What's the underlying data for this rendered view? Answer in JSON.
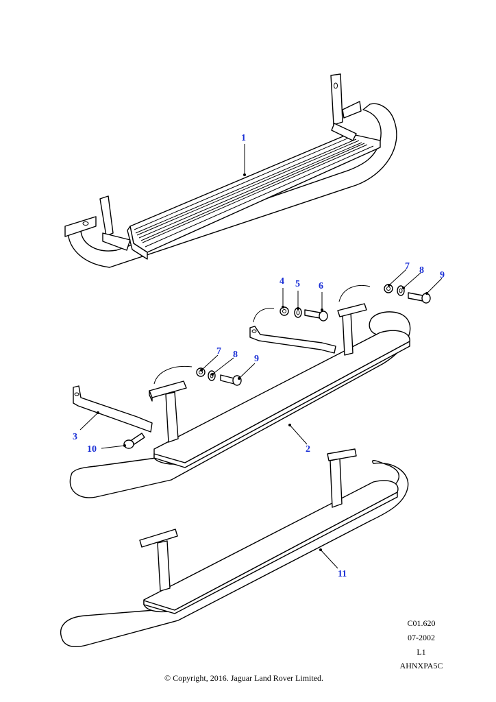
{
  "callouts": {
    "c1": "1",
    "c2": "2",
    "c3": "3",
    "c4": "4",
    "c5": "5",
    "c6": "6",
    "c7a": "7",
    "c8a": "8",
    "c9a": "9",
    "c7b": "7",
    "c8b": "8",
    "c9b": "9",
    "c10": "10",
    "c11": "11"
  },
  "meta": {
    "ref": "C01.620",
    "date": "07-2002",
    "rev": "L1",
    "code": "AHNXPA5C"
  },
  "copyright": "© Copyright, 2016. Jaguar Land Rover Limited.",
  "colors": {
    "callout": "#1a2fd6",
    "line": "#000000"
  }
}
